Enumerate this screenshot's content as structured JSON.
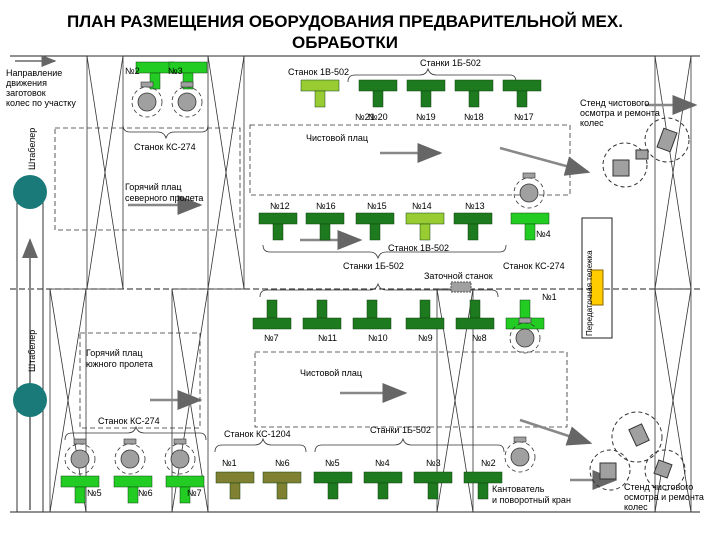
{
  "title": {
    "line1": "ПЛАН РАЗМЕЩЕНИЯ ОБОРУДОВАНИЯ ПРЕДВАРИТЕЛЬНОЙ МЕХ.",
    "line2": "ОБРАБОТКИ"
  },
  "colors": {
    "dark_green": "#1e7a1e",
    "bright_green": "#22cc22",
    "lime": "#99cc33",
    "olive": "#808033",
    "yellow": "#ffcc00",
    "teal": "#1a7a7a",
    "gray": "#a0a0a0"
  },
  "labels": {
    "direction": [
      "Направление",
      "движения",
      "заготовок",
      "колес по участку"
    ],
    "stacker_top": "Штабелер",
    "stacker_bottom": "Штабелер",
    "kc274_top": "Станок КС-274",
    "hot_north": [
      "Горячий плац",
      "северного пролета"
    ],
    "finish_top": "Чистовой плац",
    "st1v502_top": "Станок 1В-502",
    "st1b502_top": "Станки 1Б-502",
    "stand_top": [
      "Стенд чистового",
      "осмотра и ремонта",
      "колес"
    ],
    "st1v502_mid": "Станок 1В-502",
    "st1b502_mid": "Станки 1Б-502",
    "kc274_right": "Станок КС-274",
    "sharpening": "Заточной станок",
    "transfer_cart": "Передаточная тележка",
    "hot_south": [
      "Горячий плац",
      "южного пролета"
    ],
    "finish_bottom": "Чистовой плац",
    "kc274_bottom": "Станок КС-274",
    "kc1204": "Станок КС-1204",
    "st1b502_bottom": "Станки 1Б-502",
    "tilter": [
      "Кантователь",
      "и поворотный кран"
    ],
    "stand_bottom": [
      "Стенд чистового",
      "осмотра и ремонта",
      "колес"
    ]
  },
  "machines": {
    "n2": "№2",
    "n3": "№3",
    "n21": "№21",
    "n20": "№20",
    "n19": "№19",
    "n18": "№18",
    "n17": "№17",
    "n12": "№12",
    "n16": "№16",
    "n15": "№15",
    "n14": "№14",
    "n13": "№13",
    "n4": "№4",
    "n1r": "№1",
    "n7": "№7",
    "n11": "№11",
    "n10": "№10",
    "n9": "№9",
    "n8": "№8",
    "n5l": "№5",
    "n6l": "№6",
    "n7l": "№7",
    "n1b": "№1",
    "n6b": "№6",
    "n5b": "№5",
    "n4b": "№4",
    "n3b": "№3",
    "n2b": "№2"
  }
}
